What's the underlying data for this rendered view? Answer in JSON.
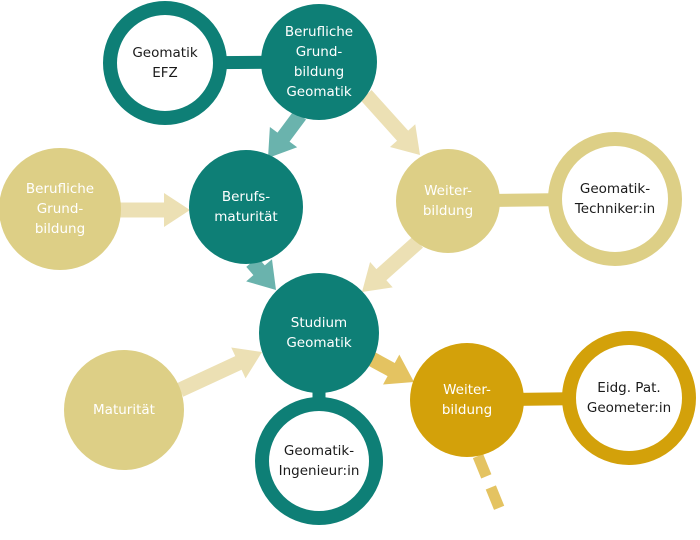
{
  "colors": {
    "teal": "#0e7f76",
    "teal_arrow": "#6ab3ad",
    "sand": "#ddcf86",
    "sand_arrow": "#ece0b4",
    "gold": "#d3a10a",
    "gold_arrow": "#e4c361",
    "white": "#ffffff",
    "text_dark": "#1a1a1a"
  },
  "nodes": {
    "geomatik_efz": {
      "lines": [
        "Geomatik",
        "EFZ"
      ],
      "style": "outline-teal"
    },
    "grundbildung_geomatik": {
      "lines": [
        "Berufliche",
        "Grund-",
        "bildung",
        "Geomatik"
      ],
      "style": "filled-teal"
    },
    "berufliche_grundbildung": {
      "lines": [
        "Berufliche",
        "Grund-",
        "bildung"
      ],
      "style": "filled-sand"
    },
    "berufsmaturitaet": {
      "lines": [
        "Berufs-",
        "maturität"
      ],
      "style": "filled-teal"
    },
    "weiterbildung_1": {
      "lines": [
        "Weiter-",
        "bildung"
      ],
      "style": "filled-sand"
    },
    "geomatik_techniker": {
      "lines": [
        "Geomatik-",
        "Techniker:in"
      ],
      "style": "outline-sand"
    },
    "studium_geomatik": {
      "lines": [
        "Studium",
        "Geomatik"
      ],
      "style": "filled-teal"
    },
    "maturitaet": {
      "lines": [
        "Maturität"
      ],
      "style": "filled-sand"
    },
    "weiterbildung_2": {
      "lines": [
        "Weiter-",
        "bildung"
      ],
      "style": "filled-gold"
    },
    "geometer": {
      "lines": [
        "Eidg. Pat.",
        "Geometer:in"
      ],
      "style": "outline-gold"
    },
    "geomatik_ingenieur": {
      "lines": [
        "Geomatik-",
        "Ingenieur:in"
      ],
      "style": "outline-teal"
    }
  },
  "edges": [
    {
      "from": "grundbildung_geomatik",
      "to": "geomatik_efz",
      "type": "connector"
    },
    {
      "from": "grundbildung_geomatik",
      "to": "berufsmaturitaet",
      "type": "arrow"
    },
    {
      "from": "grundbildung_geomatik",
      "to": "weiterbildung_1",
      "type": "arrow"
    },
    {
      "from": "berufliche_grundbildung",
      "to": "berufsmaturitaet",
      "type": "arrow"
    },
    {
      "from": "weiterbildung_1",
      "to": "geomatik_techniker",
      "type": "connector"
    },
    {
      "from": "berufsmaturitaet",
      "to": "studium_geomatik",
      "type": "arrow"
    },
    {
      "from": "weiterbildung_1",
      "to": "studium_geomatik",
      "type": "arrow"
    },
    {
      "from": "maturitaet",
      "to": "studium_geomatik",
      "type": "arrow"
    },
    {
      "from": "studium_geomatik",
      "to": "weiterbildung_2",
      "type": "arrow"
    },
    {
      "from": "studium_geomatik",
      "to": "geomatik_ingenieur",
      "type": "connector"
    },
    {
      "from": "weiterbildung_2",
      "to": "geometer",
      "type": "connector"
    },
    {
      "from": "weiterbildung_2",
      "to": null,
      "type": "dashed-continuation"
    }
  ]
}
